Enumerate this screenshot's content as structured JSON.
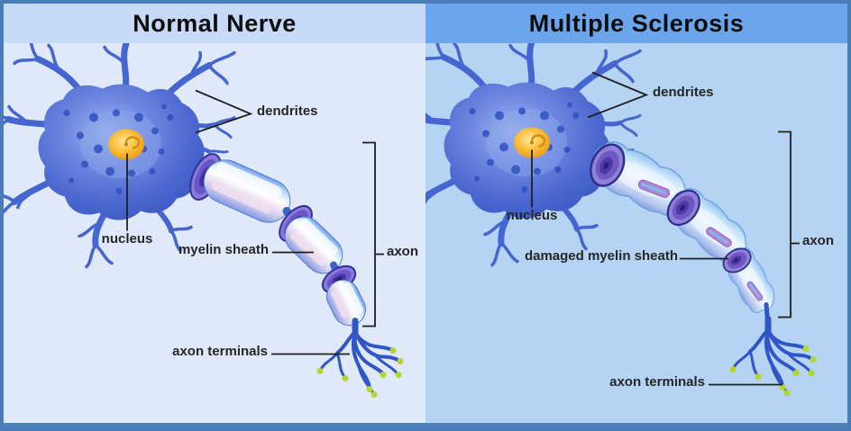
{
  "panels": {
    "left": {
      "title": "Normal Nerve",
      "labels": {
        "dendrites": "dendrites",
        "nucleus": "nucleus",
        "myelin_sheath": "myelin sheath",
        "axon": "axon",
        "axon_terminals": "axon terminals"
      }
    },
    "right": {
      "title": "Multiple Sclerosis",
      "labels": {
        "dendrites": "dendrites",
        "nucleus": "nucleus",
        "damaged_myelin_sheath": "damaged myelin sheath",
        "axon": "axon",
        "axon_terminals": "axon terminals"
      }
    }
  },
  "colors": {
    "frame_border": "#4a7cb8",
    "normal_header_bg": "#c6d9f6",
    "normal_body_bg": "#dfe9fa",
    "ms_header_bg": "#6ba6ec",
    "ms_body_bg": "#b5d3f3",
    "title_text": "#0d0d0d",
    "label_text": "#262626",
    "annotation_line": "#1f1f1f",
    "neuron_blue": "#4a66cf",
    "dendrite_blue": "#4565d0",
    "nucleus_orange": "#f3a722",
    "myelin_light_blue": "#b7d9f9",
    "myelin_ring_purple": "#6a55c6",
    "lesion_purple": "#7058c4",
    "axon_terminal_tip_green": "#b5d42e"
  }
}
